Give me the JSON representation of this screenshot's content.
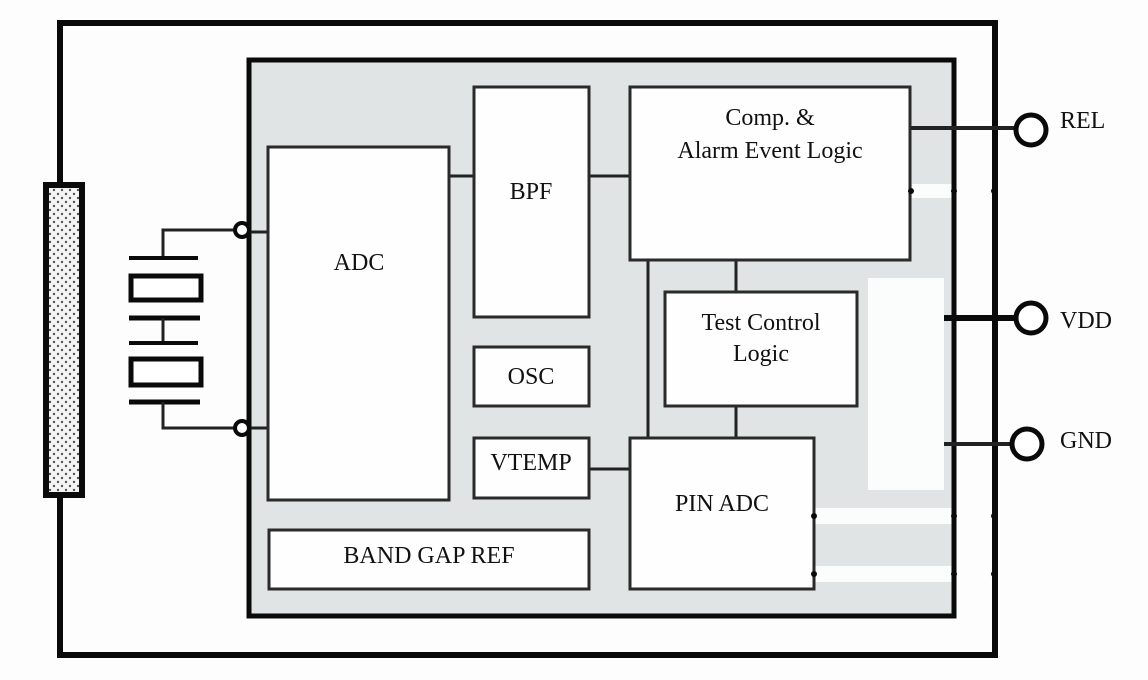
{
  "diagram": {
    "type": "block-diagram",
    "colors": {
      "chip_fill": "#e0e4e4",
      "block_fill": "#fefefe",
      "line": "#0a0a0a"
    },
    "blocks": {
      "adc": "ADC",
      "bpf": "BPF",
      "osc": "OSC",
      "vtemp": "VTEMP",
      "band_gap_ref": "BAND GAP REF",
      "comp_line1": "Comp. &",
      "comp_line2": "Alarm Event Logic",
      "test_line1": "Test Control",
      "test_line2": "Logic",
      "pin_adc": "PIN ADC"
    },
    "pins": {
      "rel": "REL",
      "vdd": "VDD",
      "gnd": "GND"
    }
  }
}
